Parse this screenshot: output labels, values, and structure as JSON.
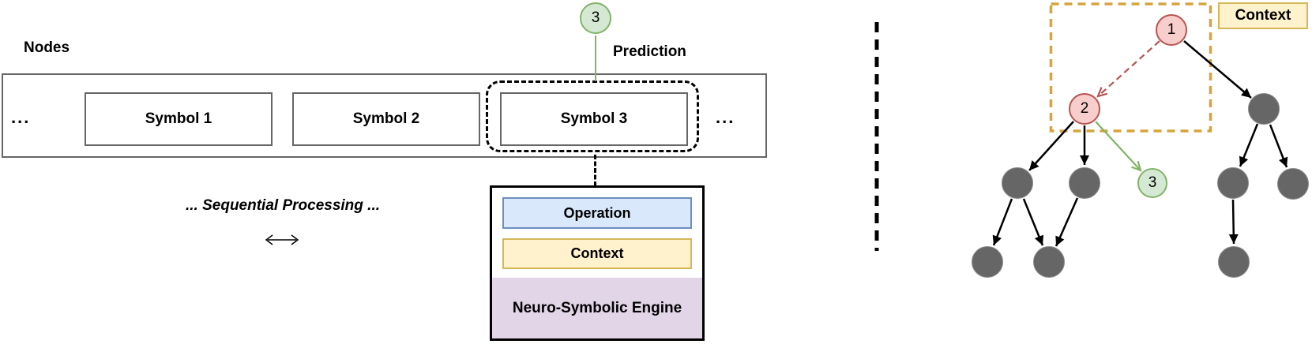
{
  "left_panel": {
    "nodes_label": "Nodes",
    "ellipsis_left": "...",
    "ellipsis_right": "...",
    "symbols": [
      {
        "label": "Symbol 1"
      },
      {
        "label": "Symbol 2"
      },
      {
        "label": "Symbol 3"
      }
    ],
    "prediction": {
      "label": "Prediction",
      "predicted_node": "3"
    },
    "sequential_processing_label": "... Sequential Processing ...",
    "engine": {
      "operation_label": "Operation",
      "context_label": "Context",
      "title": "Neuro-Symbolic Engine"
    }
  },
  "right_panel": {
    "context_label": "Context",
    "tree": {
      "node1_label": "1",
      "node2_label": "2",
      "node3_label": "3",
      "unlabeled_gray_node_count": 8,
      "edges": [
        "1 -> right-subtree-root (black solid)",
        "1 --> 2 (red dashed traversal)",
        "2 -> left-child (black solid)",
        "2 -> middle-child (black solid)",
        "2 -> 3 (green predicted expansion)",
        "left-child -> leaf-1 (black solid)",
        "left-child -> leaf-2 (black solid)",
        "middle-child -> leaf-2 (black solid)",
        "right-subtree-root -> right-child-1 (black solid)",
        "right-subtree-root -> right-child-2 (black solid)",
        "right-child-1 -> right-leaf (black solid)"
      ]
    }
  },
  "colors": {
    "green_fill": "#d5e8d4",
    "green_stroke": "#82b366",
    "red_fill": "#f8cecc",
    "red_stroke": "#b85450",
    "blue_fill": "#dae8fc",
    "blue_stroke": "#6c8ebf",
    "yellow_fill": "#fff2cc",
    "yellow_stroke": "#d6b656",
    "purple_fill": "#e1d5e7",
    "gray_node_fill": "#666666",
    "context_window_dashed": "#d5a43c",
    "box_border_gray": "#666666"
  }
}
